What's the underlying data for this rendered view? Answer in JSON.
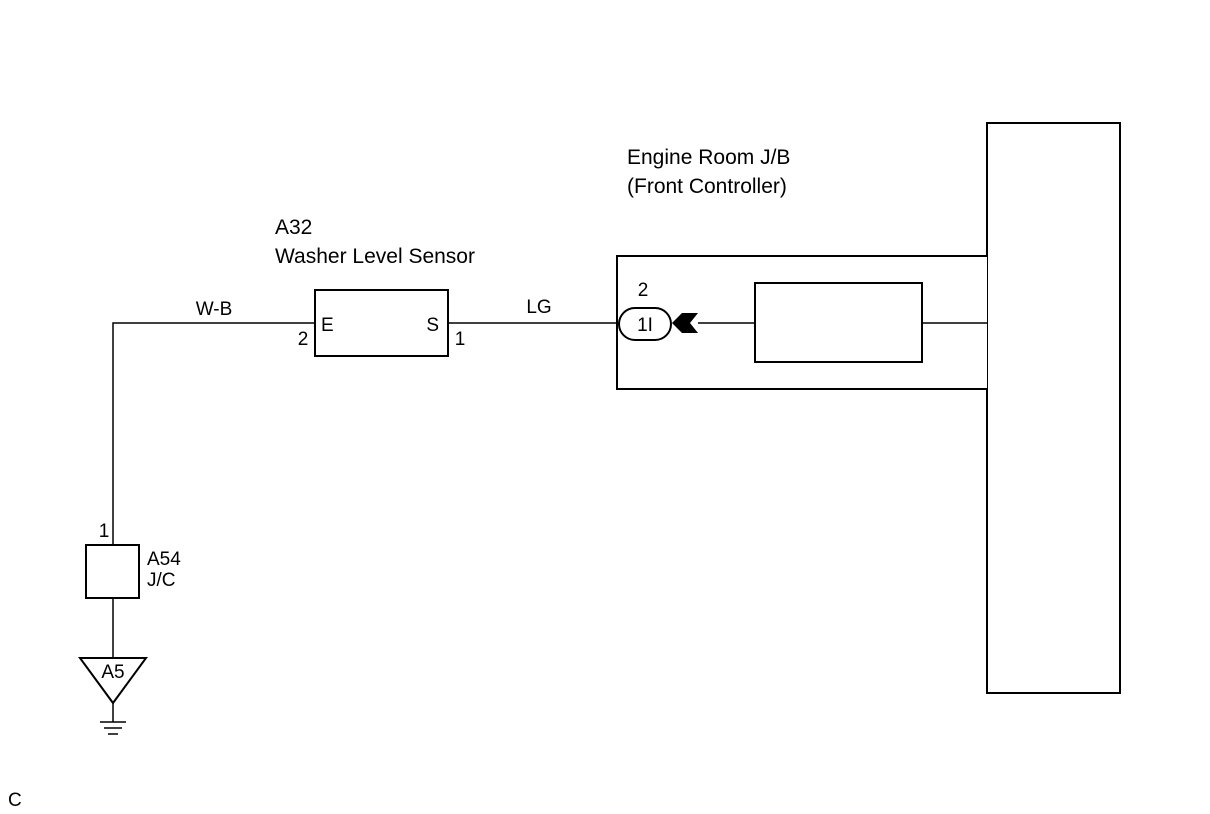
{
  "engine_room_jb": {
    "title_line1": "Engine Room J/B",
    "title_line2": "(Front Controller)",
    "pin_number": "2",
    "connector_code": "1I"
  },
  "washer_level_sensor": {
    "code": "A32",
    "name": "Washer Level Sensor",
    "terminal_e": "E",
    "terminal_s": "S",
    "pin_e": "2",
    "pin_s": "1"
  },
  "wires": {
    "left_color": "W-B",
    "right_color": "LG"
  },
  "junction_connector": {
    "pin": "1",
    "code": "A54",
    "label": "J/C"
  },
  "ground": {
    "code": "A5"
  },
  "footer": {
    "mark": "C"
  }
}
